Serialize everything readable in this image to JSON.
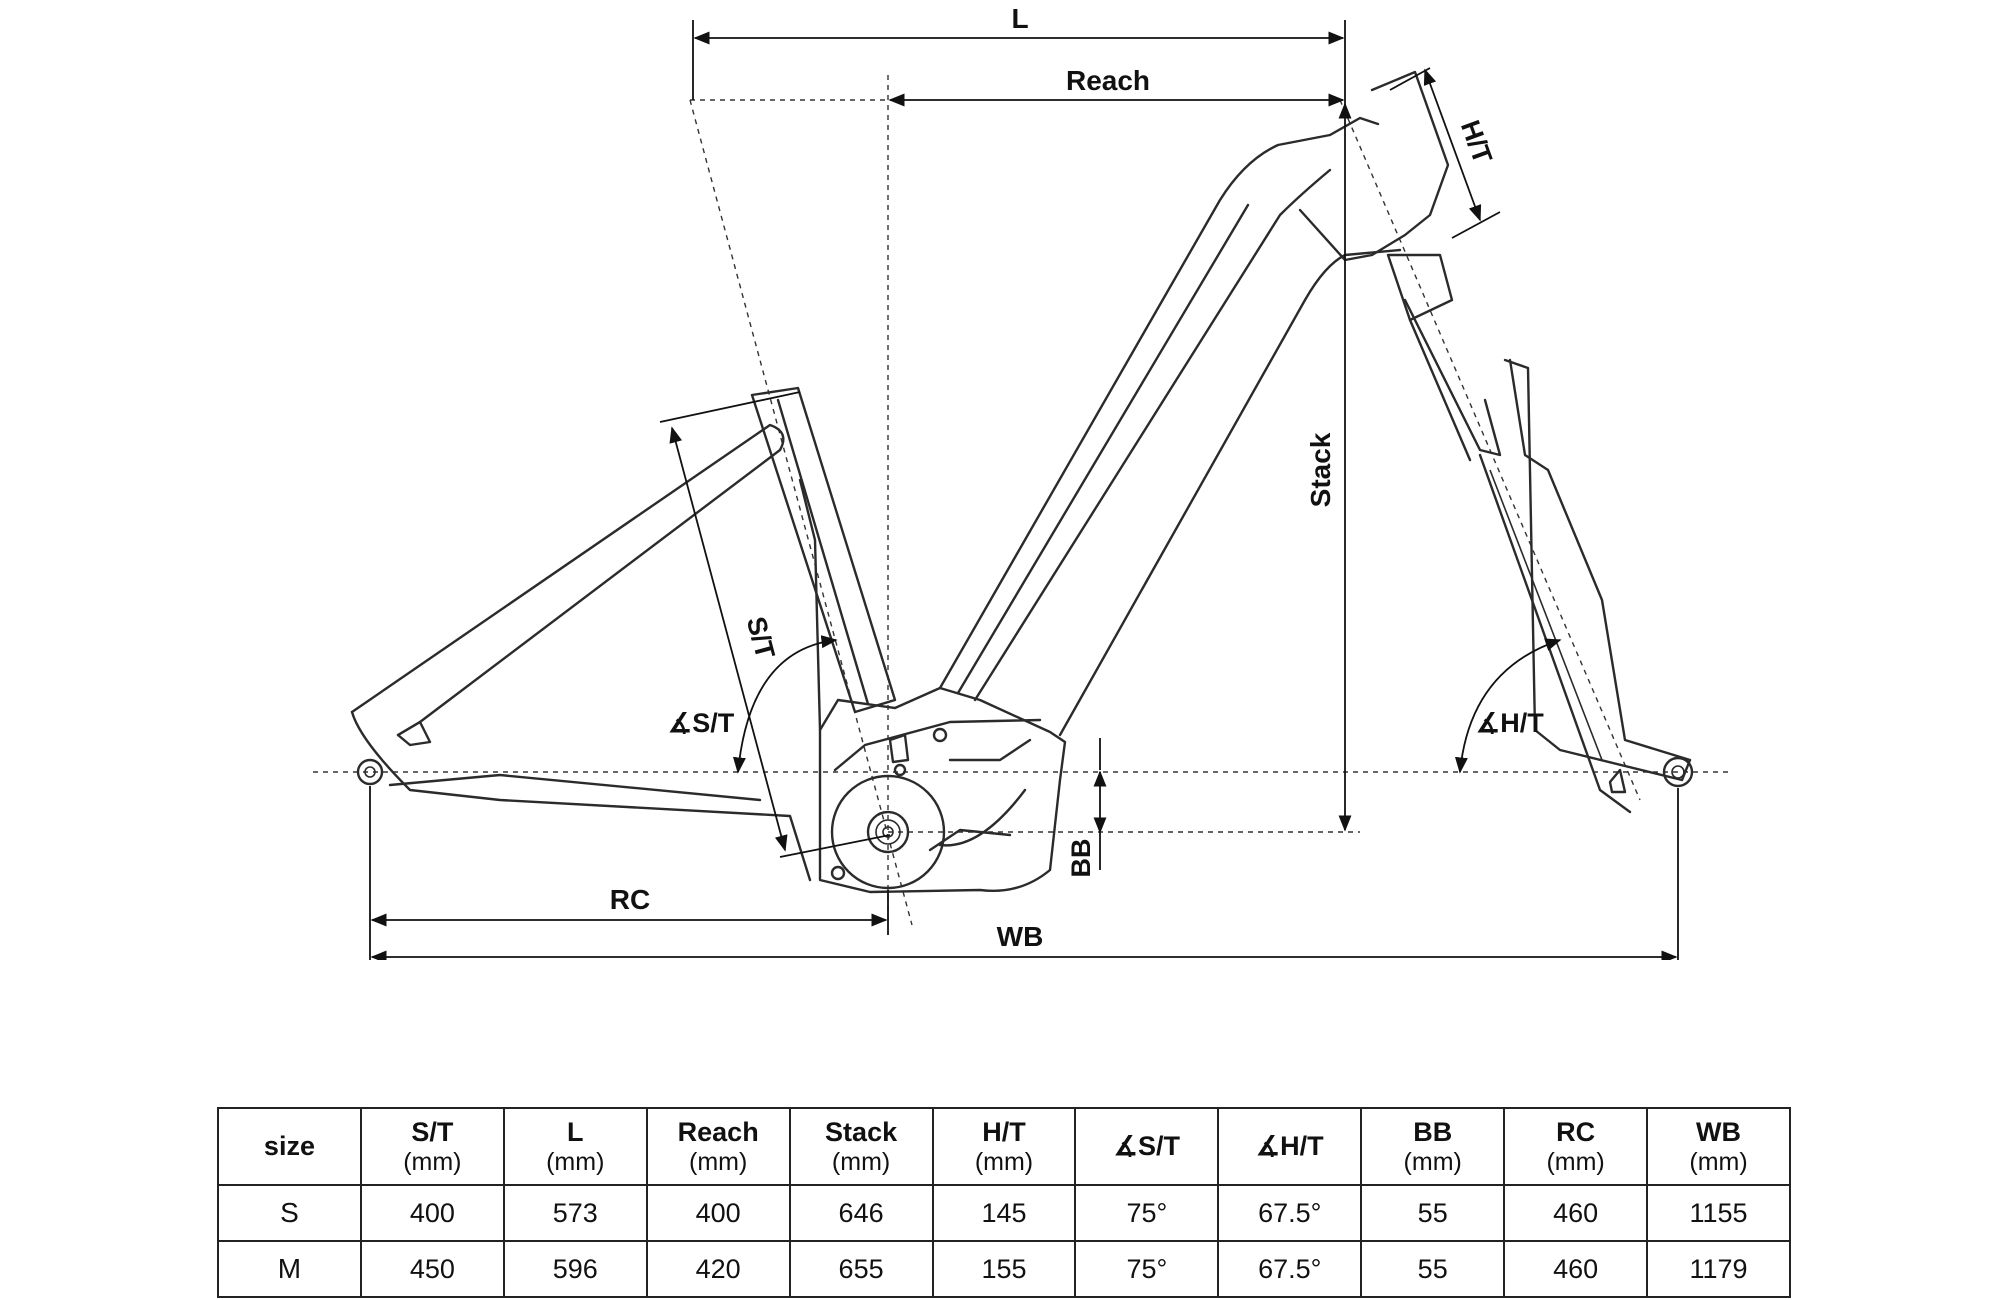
{
  "diagram": {
    "labels": {
      "L": "L",
      "reach": "Reach",
      "ht": "H/T",
      "stack": "Stack",
      "st": "S/T",
      "st_angle": "∡S/T",
      "ht_angle": "∡H/T",
      "bb": "BB",
      "rc": "RC",
      "wb": "WB"
    }
  },
  "table": {
    "headers": [
      {
        "label": "size",
        "unit": ""
      },
      {
        "label": "S/T",
        "unit": "(mm)"
      },
      {
        "label": "L",
        "unit": "(mm)"
      },
      {
        "label": "Reach",
        "unit": "(mm)"
      },
      {
        "label": "Stack",
        "unit": "(mm)"
      },
      {
        "label": "H/T",
        "unit": "(mm)"
      },
      {
        "label": "∡S/T",
        "unit": ""
      },
      {
        "label": "∡H/T",
        "unit": ""
      },
      {
        "label": "BB",
        "unit": "(mm)"
      },
      {
        "label": "RC",
        "unit": "(mm)"
      },
      {
        "label": "WB",
        "unit": "(mm)"
      }
    ],
    "rows": [
      [
        "S",
        "400",
        "573",
        "400",
        "646",
        "145",
        "75°",
        "67.5°",
        "55",
        "460",
        "1155"
      ],
      [
        "M",
        "450",
        "596",
        "420",
        "655",
        "155",
        "75°",
        "67.5°",
        "55",
        "460",
        "1179"
      ]
    ]
  }
}
